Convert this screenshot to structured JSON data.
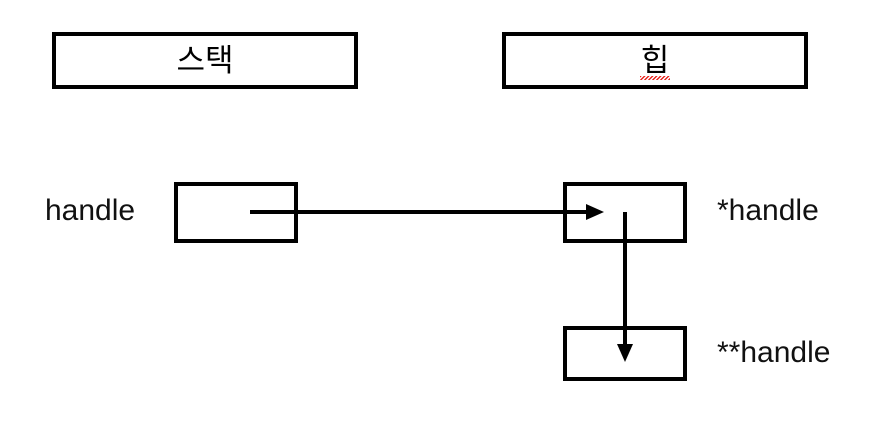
{
  "diagram": {
    "title": "",
    "background_color": "#ffffff",
    "stroke_color": "#000000",
    "text_color": "#111111",
    "spellcheck_underline_color": "#e8251f",
    "regions": [
      {
        "id": "stack",
        "label": "스택",
        "misspelled": false
      },
      {
        "id": "heap",
        "label": "힙",
        "misspelled": true
      }
    ],
    "cells": [
      {
        "id": "handle",
        "label": "handle",
        "label_side": "left"
      },
      {
        "id": "pointee",
        "label": "*handle",
        "label_side": "right"
      },
      {
        "id": "pointee_pointee",
        "label": "**handle",
        "label_side": "right"
      }
    ],
    "arrows": [
      {
        "id": "handle-to-pointee",
        "from": "handle",
        "to": "pointee",
        "direction": "right"
      },
      {
        "id": "pointee-to-pointee-pointee",
        "from": "pointee",
        "to": "pointee_pointee",
        "direction": "down"
      }
    ]
  }
}
